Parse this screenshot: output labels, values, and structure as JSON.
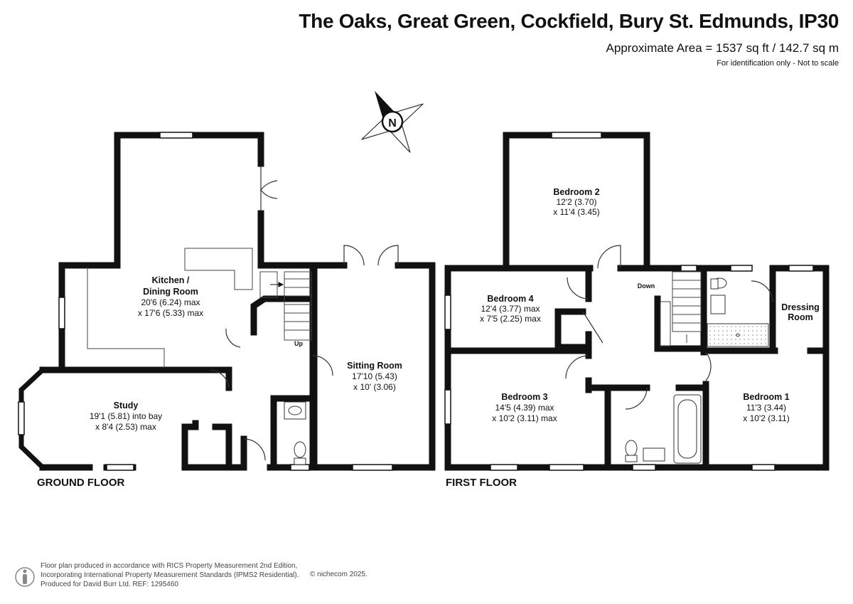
{
  "header": {
    "title": "The Oaks, Great Green, Cockfield, Bury St. Edmunds, IP30",
    "area": "Approximate Area = 1537 sq ft / 142.7 sq m",
    "note": "For identification only - Not to scale"
  },
  "compass": {
    "letter": "N"
  },
  "ground_floor": {
    "label": "GROUND FLOOR",
    "rooms": [
      {
        "name": "Kitchen /",
        "name2": "Dining Room",
        "dims": [
          "20'6 (6.24) max",
          "x 17'6 (5.33) max"
        ]
      },
      {
        "name": "Sitting Room",
        "dims": [
          "17'10 (5.43)",
          "x 10' (3.06)"
        ]
      },
      {
        "name": "Study",
        "dims": [
          "19'1 (5.81) into bay",
          "x 8'4 (2.53) max"
        ]
      }
    ],
    "stairs_label": "Up"
  },
  "first_floor": {
    "label": "FIRST FLOOR",
    "rooms": [
      {
        "name": "Bedroom 2",
        "dims": [
          "12'2 (3.70)",
          "x 11'4 (3.45)"
        ]
      },
      {
        "name": "Bedroom 4",
        "dims": [
          "12'4 (3.77) max",
          "x 7'5 (2.25) max"
        ]
      },
      {
        "name": "Bedroom 3",
        "dims": [
          "14'5 (4.39) max",
          "x 10'2 (3.11) max"
        ]
      },
      {
        "name": "Bedroom 1",
        "dims": [
          "11'3 (3.44)",
          "x 10'2 (3.11)"
        ]
      },
      {
        "name": "Dressing",
        "name2": "Room"
      }
    ],
    "stairs_label": "Down"
  },
  "footer": {
    "lines": [
      "Floor plan produced in accordance with RICS Property Measurement 2nd Edition,",
      "Incorporating International Property Measurement Standards (IPMS2 Residential).",
      "Produced for David Burr Ltd.   REF:   1295460"
    ],
    "copyright": "© nichecom 2025."
  },
  "colors": {
    "wall": "#111111",
    "line": "#333333",
    "background": "#ffffff"
  }
}
